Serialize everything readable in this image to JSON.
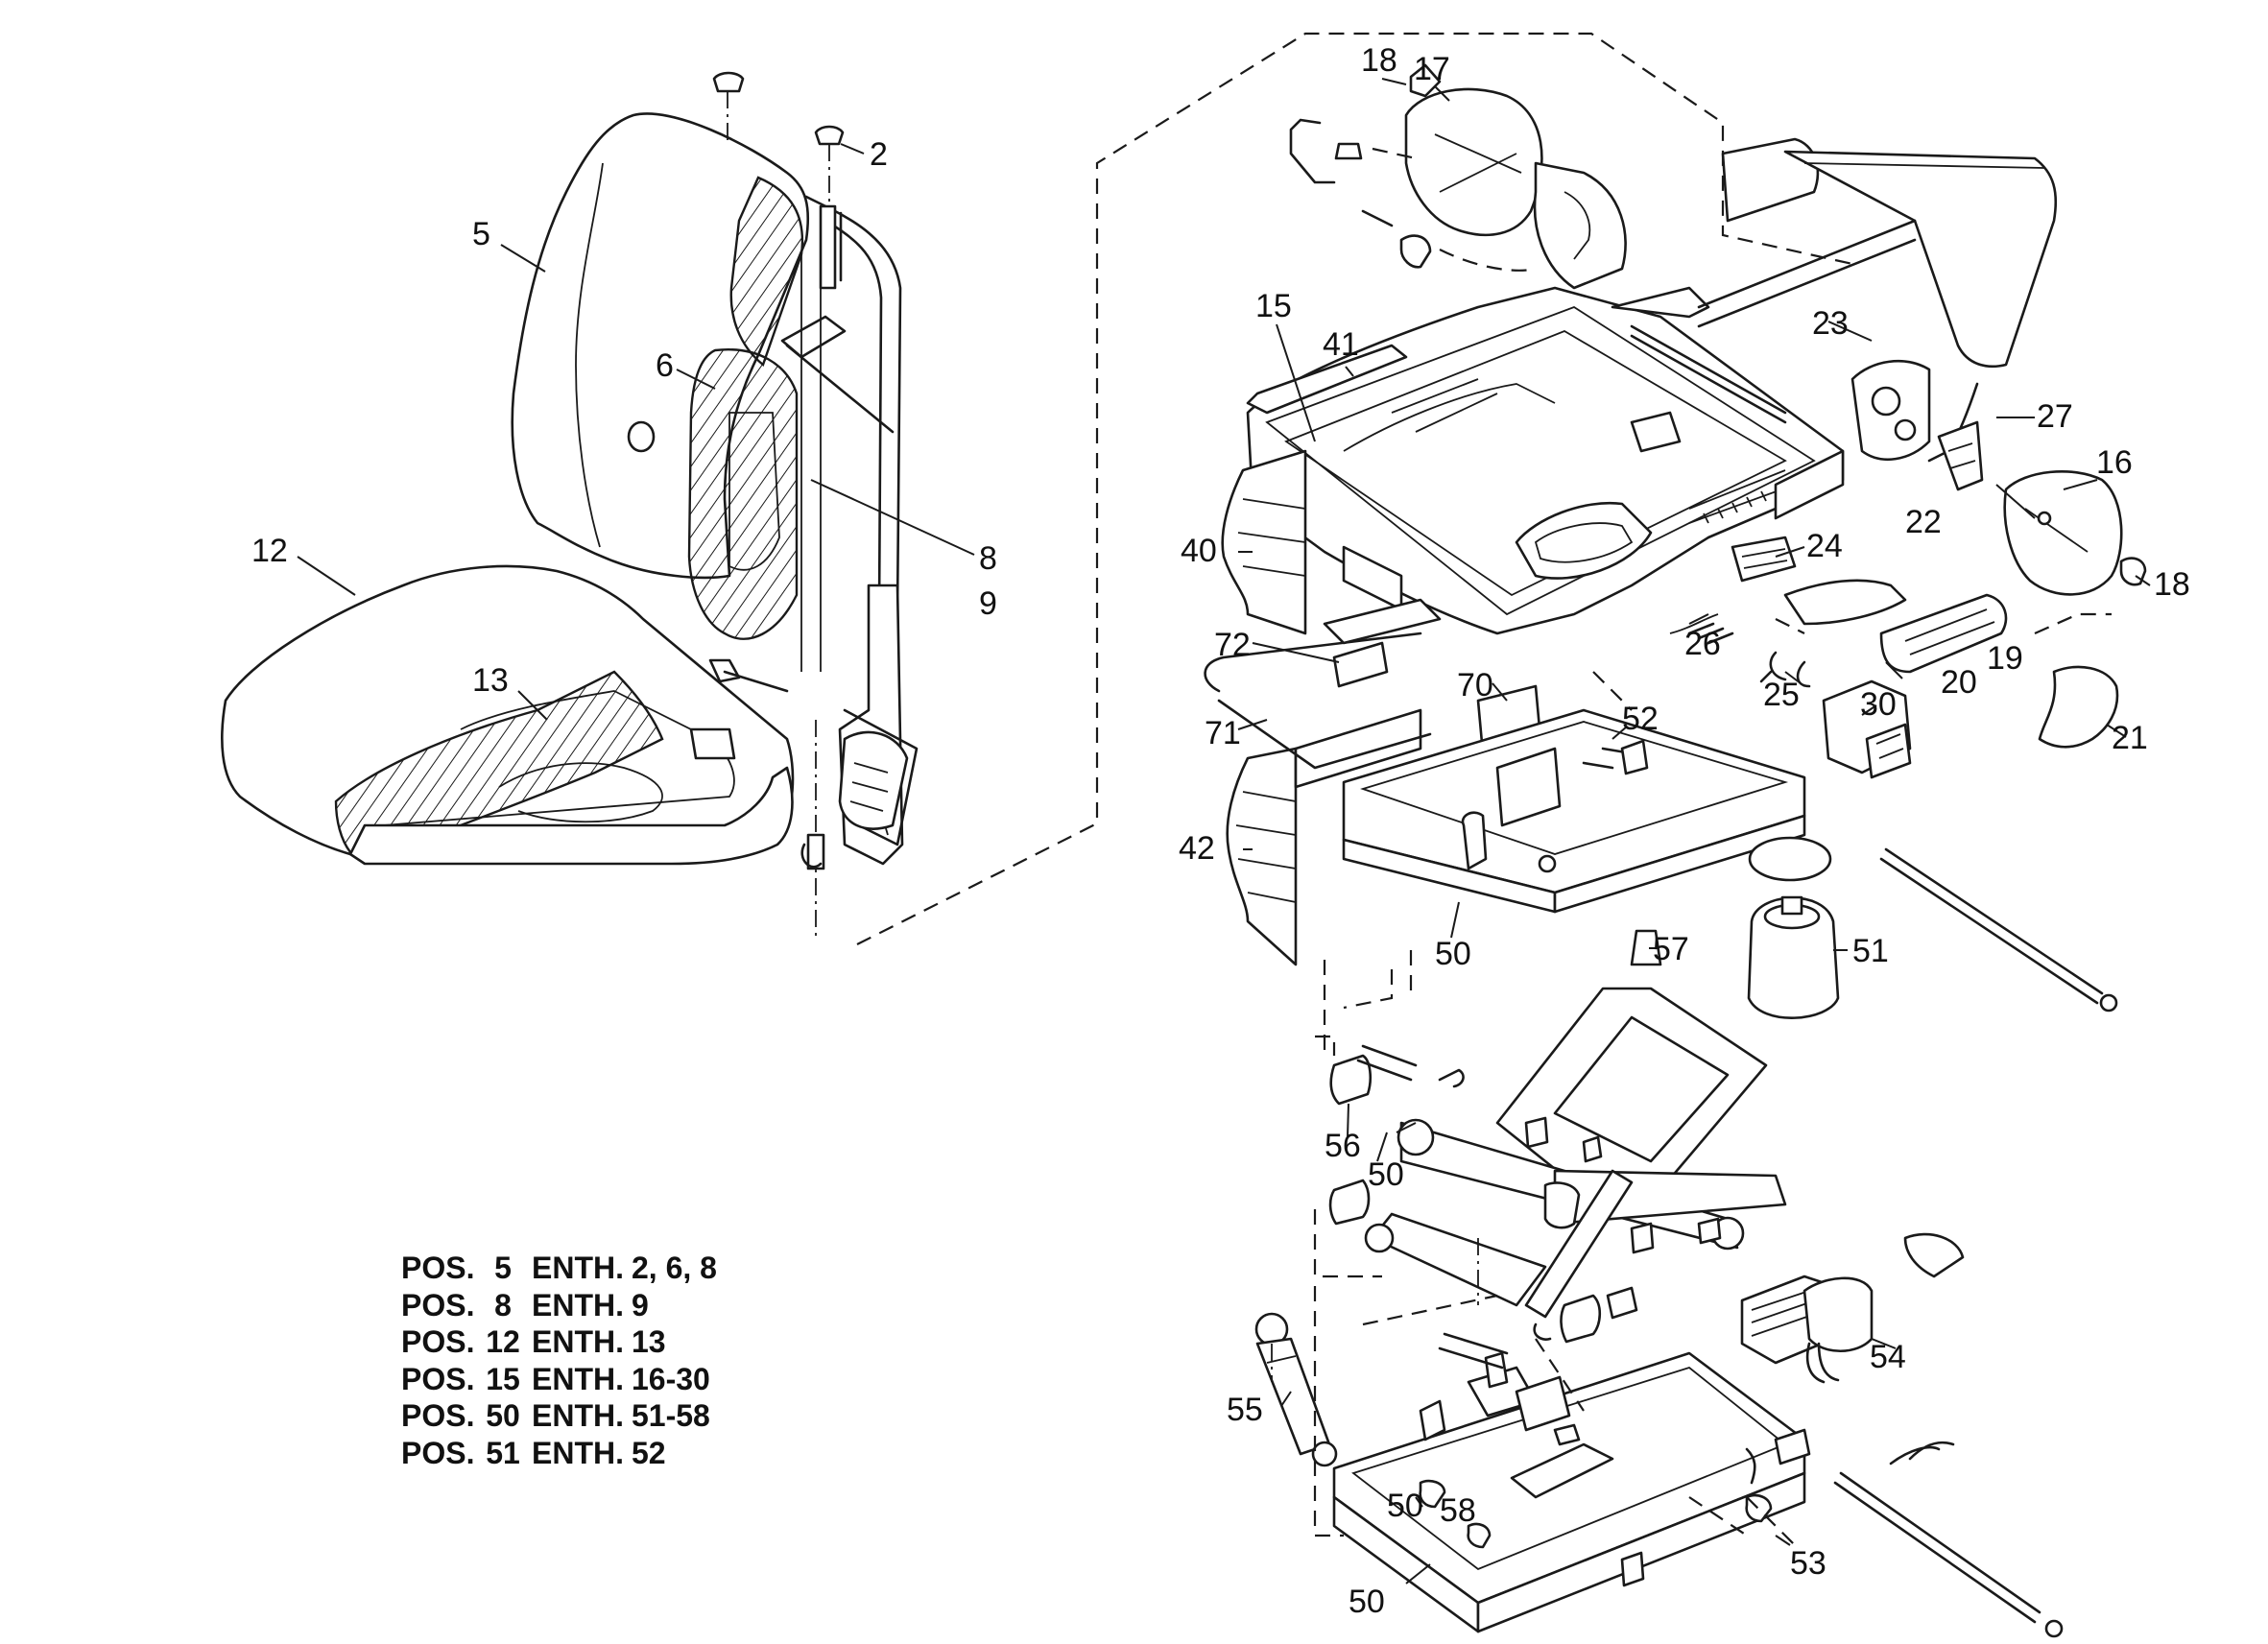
{
  "part_numbers": [
    "2",
    "5",
    "6",
    "8",
    "9",
    "12",
    "13",
    "15",
    "16",
    "17",
    "18",
    "18",
    "19",
    "20",
    "21",
    "22",
    "23",
    "24",
    "25",
    "26",
    "27",
    "30",
    "40",
    "41",
    "42",
    "50",
    "50",
    "50",
    "50",
    "51",
    "52",
    "53",
    "54",
    "55",
    "56",
    "57",
    "58",
    "70",
    "71",
    "72"
  ],
  "legend": {
    "rows": [
      {
        "pos_label": "POS.",
        "pos": "5",
        "enth_label": "ENTH.",
        "contains": "2, 6, 8"
      },
      {
        "pos_label": "POS.",
        "pos": "8",
        "enth_label": "ENTH.",
        "contains": "9"
      },
      {
        "pos_label": "POS.",
        "pos": "12",
        "enth_label": "ENTH.",
        "contains": "13"
      },
      {
        "pos_label": "POS.",
        "pos": "15",
        "enth_label": "ENTH.",
        "contains": "16-30"
      },
      {
        "pos_label": "POS.",
        "pos": "50",
        "enth_label": "ENTH.",
        "contains": "51-58"
      },
      {
        "pos_label": "POS.",
        "pos": "51",
        "enth_label": "ENTH.",
        "contains": "52"
      }
    ]
  }
}
